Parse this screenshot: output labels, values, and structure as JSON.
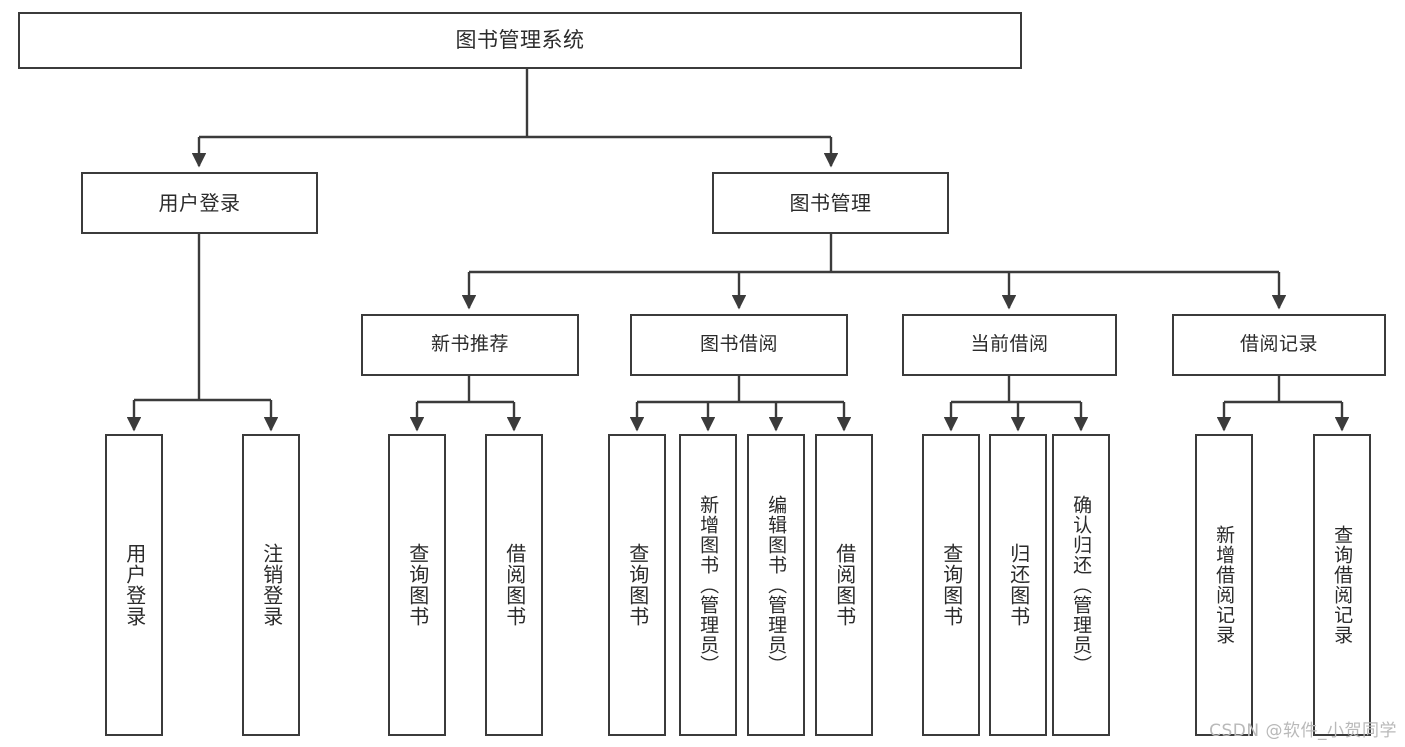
{
  "diagram": {
    "title": "图书管理系统",
    "watermark": "CSDN @软件_小贺同学",
    "colors": {
      "stroke": "#3b3b3b",
      "text": "#2b2b2b",
      "background": "#ffffff",
      "watermark": "#b9b9b9"
    },
    "root": {
      "label": "图书管理系统"
    },
    "level2": [
      {
        "label": "用户登录"
      },
      {
        "label": "图书管理"
      }
    ],
    "level3": [
      {
        "label": "新书推荐"
      },
      {
        "label": "图书借阅"
      },
      {
        "label": "当前借阅"
      },
      {
        "label": "借阅记录"
      }
    ],
    "leaves": {
      "user_login": [
        {
          "label": "用户登录"
        },
        {
          "label": "注销登录"
        }
      ],
      "new_book_recommend": [
        {
          "label": "查询图书"
        },
        {
          "label": "借阅图书"
        }
      ],
      "book_borrow": [
        {
          "label": "查询图书"
        },
        {
          "label": "新增图书（管理员）"
        },
        {
          "label": "编辑图书（管理员）"
        },
        {
          "label": "借阅图书"
        }
      ],
      "current_borrow": [
        {
          "label": "查询图书"
        },
        {
          "label": "归还图书"
        },
        {
          "label": "确认归还（管理员）"
        }
      ],
      "borrow_record": [
        {
          "label": "新增借阅记录"
        },
        {
          "label": "查询借阅记录"
        }
      ]
    }
  }
}
